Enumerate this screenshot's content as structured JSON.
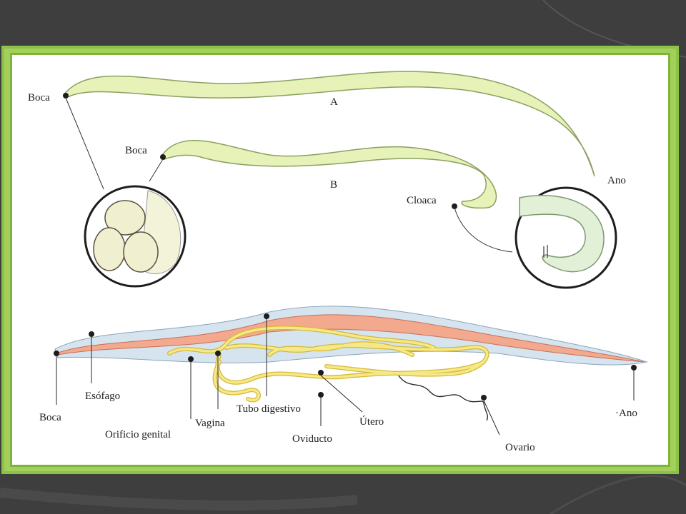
{
  "worm_a": {
    "tag": "A",
    "mouth": "Boca",
    "anus": "Ano"
  },
  "worm_b": {
    "tag": "B",
    "mouth": "Boca",
    "cloaca": "Cloaca"
  },
  "anatomy": {
    "mouth": "Boca",
    "esophagus": "Esófago",
    "genital_orifice": "Orificio genital",
    "vagina": "Vagina",
    "digestive_tube": "Tubo digestivo",
    "oviduct": "Oviducto",
    "uterus": "Útero",
    "ovary": "Ovario",
    "anus": "·Ano"
  },
  "colors": {
    "frame": "#8bc34a",
    "worm_body": "#e6f2b8",
    "worm_outline": "#8aa060",
    "gut": "#f0a48c",
    "cuticle": "#c9dcea",
    "reproductive": "#f3e27a"
  }
}
